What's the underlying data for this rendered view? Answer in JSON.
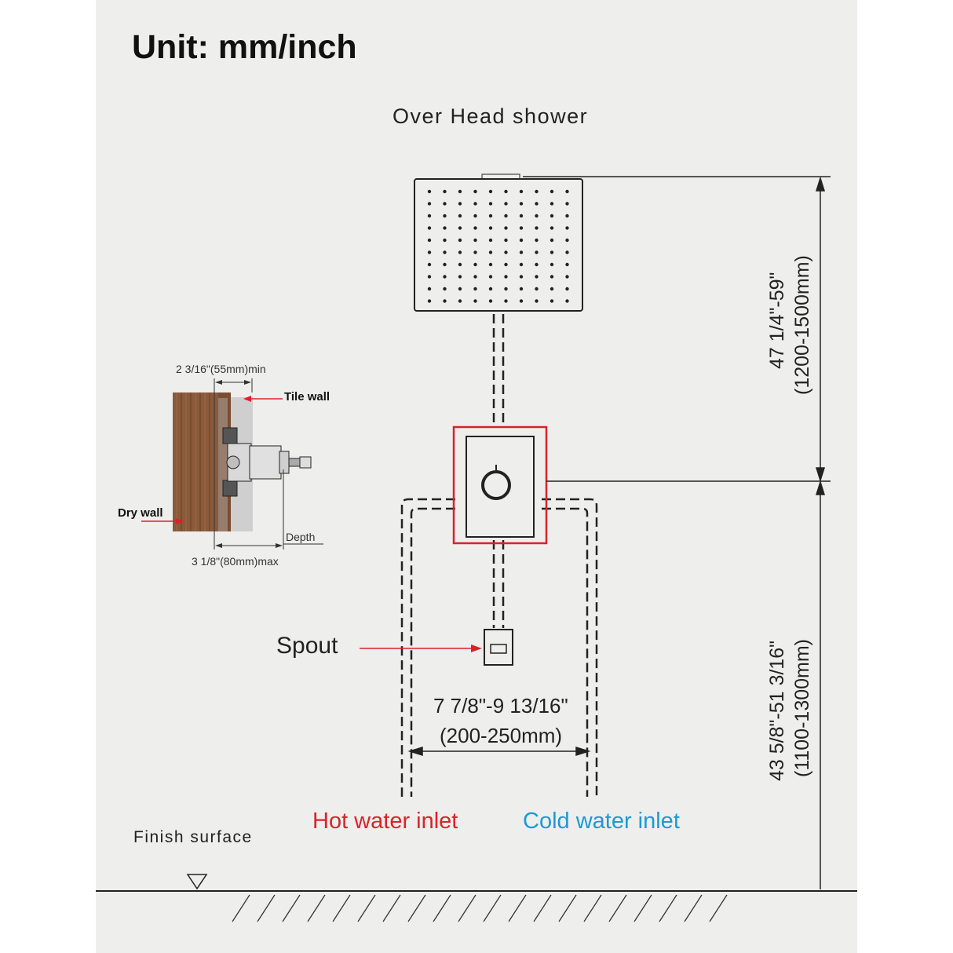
{
  "title": "Unit: mm/inch",
  "labels": {
    "overhead_shower": "Over Head shower",
    "tile_wall": "Tile wall",
    "dry_wall": "Dry wall",
    "min_thickness": "2  3/16\"(55mm)min",
    "depth": "Depth",
    "max_thickness": "3 1/8\"(80mm)max",
    "spout": "Spout",
    "hot_water_inlet": "Hot water inlet",
    "cold_water_inlet": "Cold water inlet",
    "finish_surface": "Finish surface"
  },
  "dimensions": {
    "shower_height_in": "47 1/4\"-59\"",
    "shower_height_mm": "(1200-1500mm)",
    "valve_height_in": "43 5/8\"-51  3/16\"",
    "valve_height_mm": "(1100-1300mm)",
    "inlet_spacing_in": "7 7/8\"-9  13/16\"",
    "inlet_spacing_mm": "(200-250mm)"
  },
  "colors": {
    "hot": "#d8232a",
    "cold": "#1b9ad6",
    "highlight": "#d8232a",
    "wood": "#8a5a3a"
  },
  "icons": {
    "finish_marker": "triangle-down-icon",
    "valve_handle": "circle-knob-icon"
  }
}
